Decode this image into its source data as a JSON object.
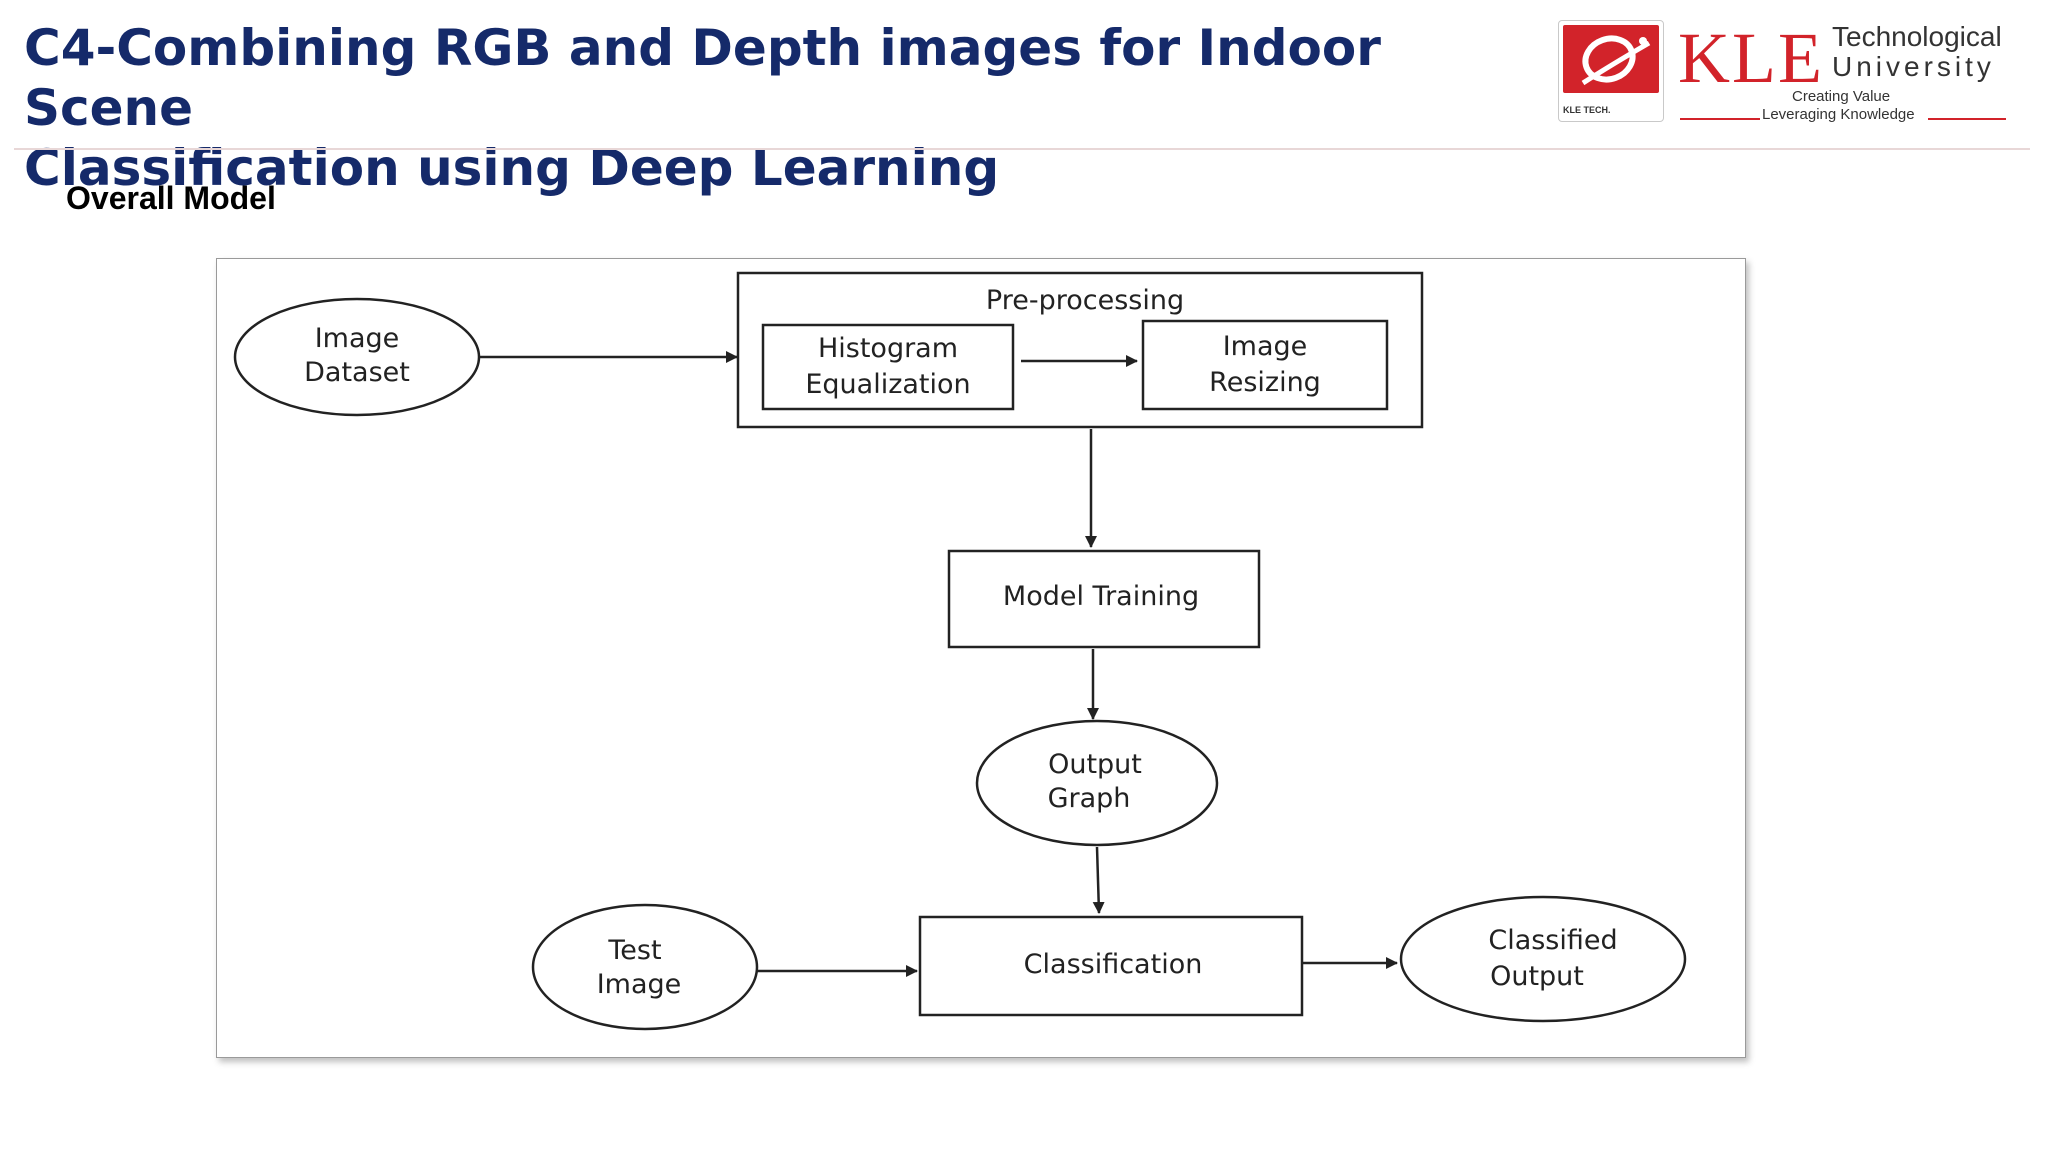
{
  "slide": {
    "title_line1": "C4-Combining RGB and Depth images for Indoor Scene",
    "title_line2": "Classification using Deep Learning",
    "subtitle": "Overall Model"
  },
  "logo": {
    "wordmark": "KLE",
    "line1": "Technological",
    "line2": "University",
    "tagline1": "Creating Value",
    "tagline2": "Leveraging Knowledge",
    "badge_text": "KLE TECH.",
    "brand_color": "#d2232a"
  },
  "diagram": {
    "nodes": {
      "image_dataset": [
        "Image",
        "Dataset"
      ],
      "preprocessing": "Pre-processing",
      "histogram": [
        "Histogram",
        "Equalization"
      ],
      "resizing": [
        "Image",
        "Resizing"
      ],
      "model_training": "Model Training",
      "output_graph": [
        "Output",
        "Graph"
      ],
      "test_image": [
        "Test",
        "Image"
      ],
      "classification": "Classification",
      "classified_output": [
        "Classified",
        "Output"
      ]
    }
  },
  "colors": {
    "title": "#152a6a",
    "stroke": "#222222"
  }
}
